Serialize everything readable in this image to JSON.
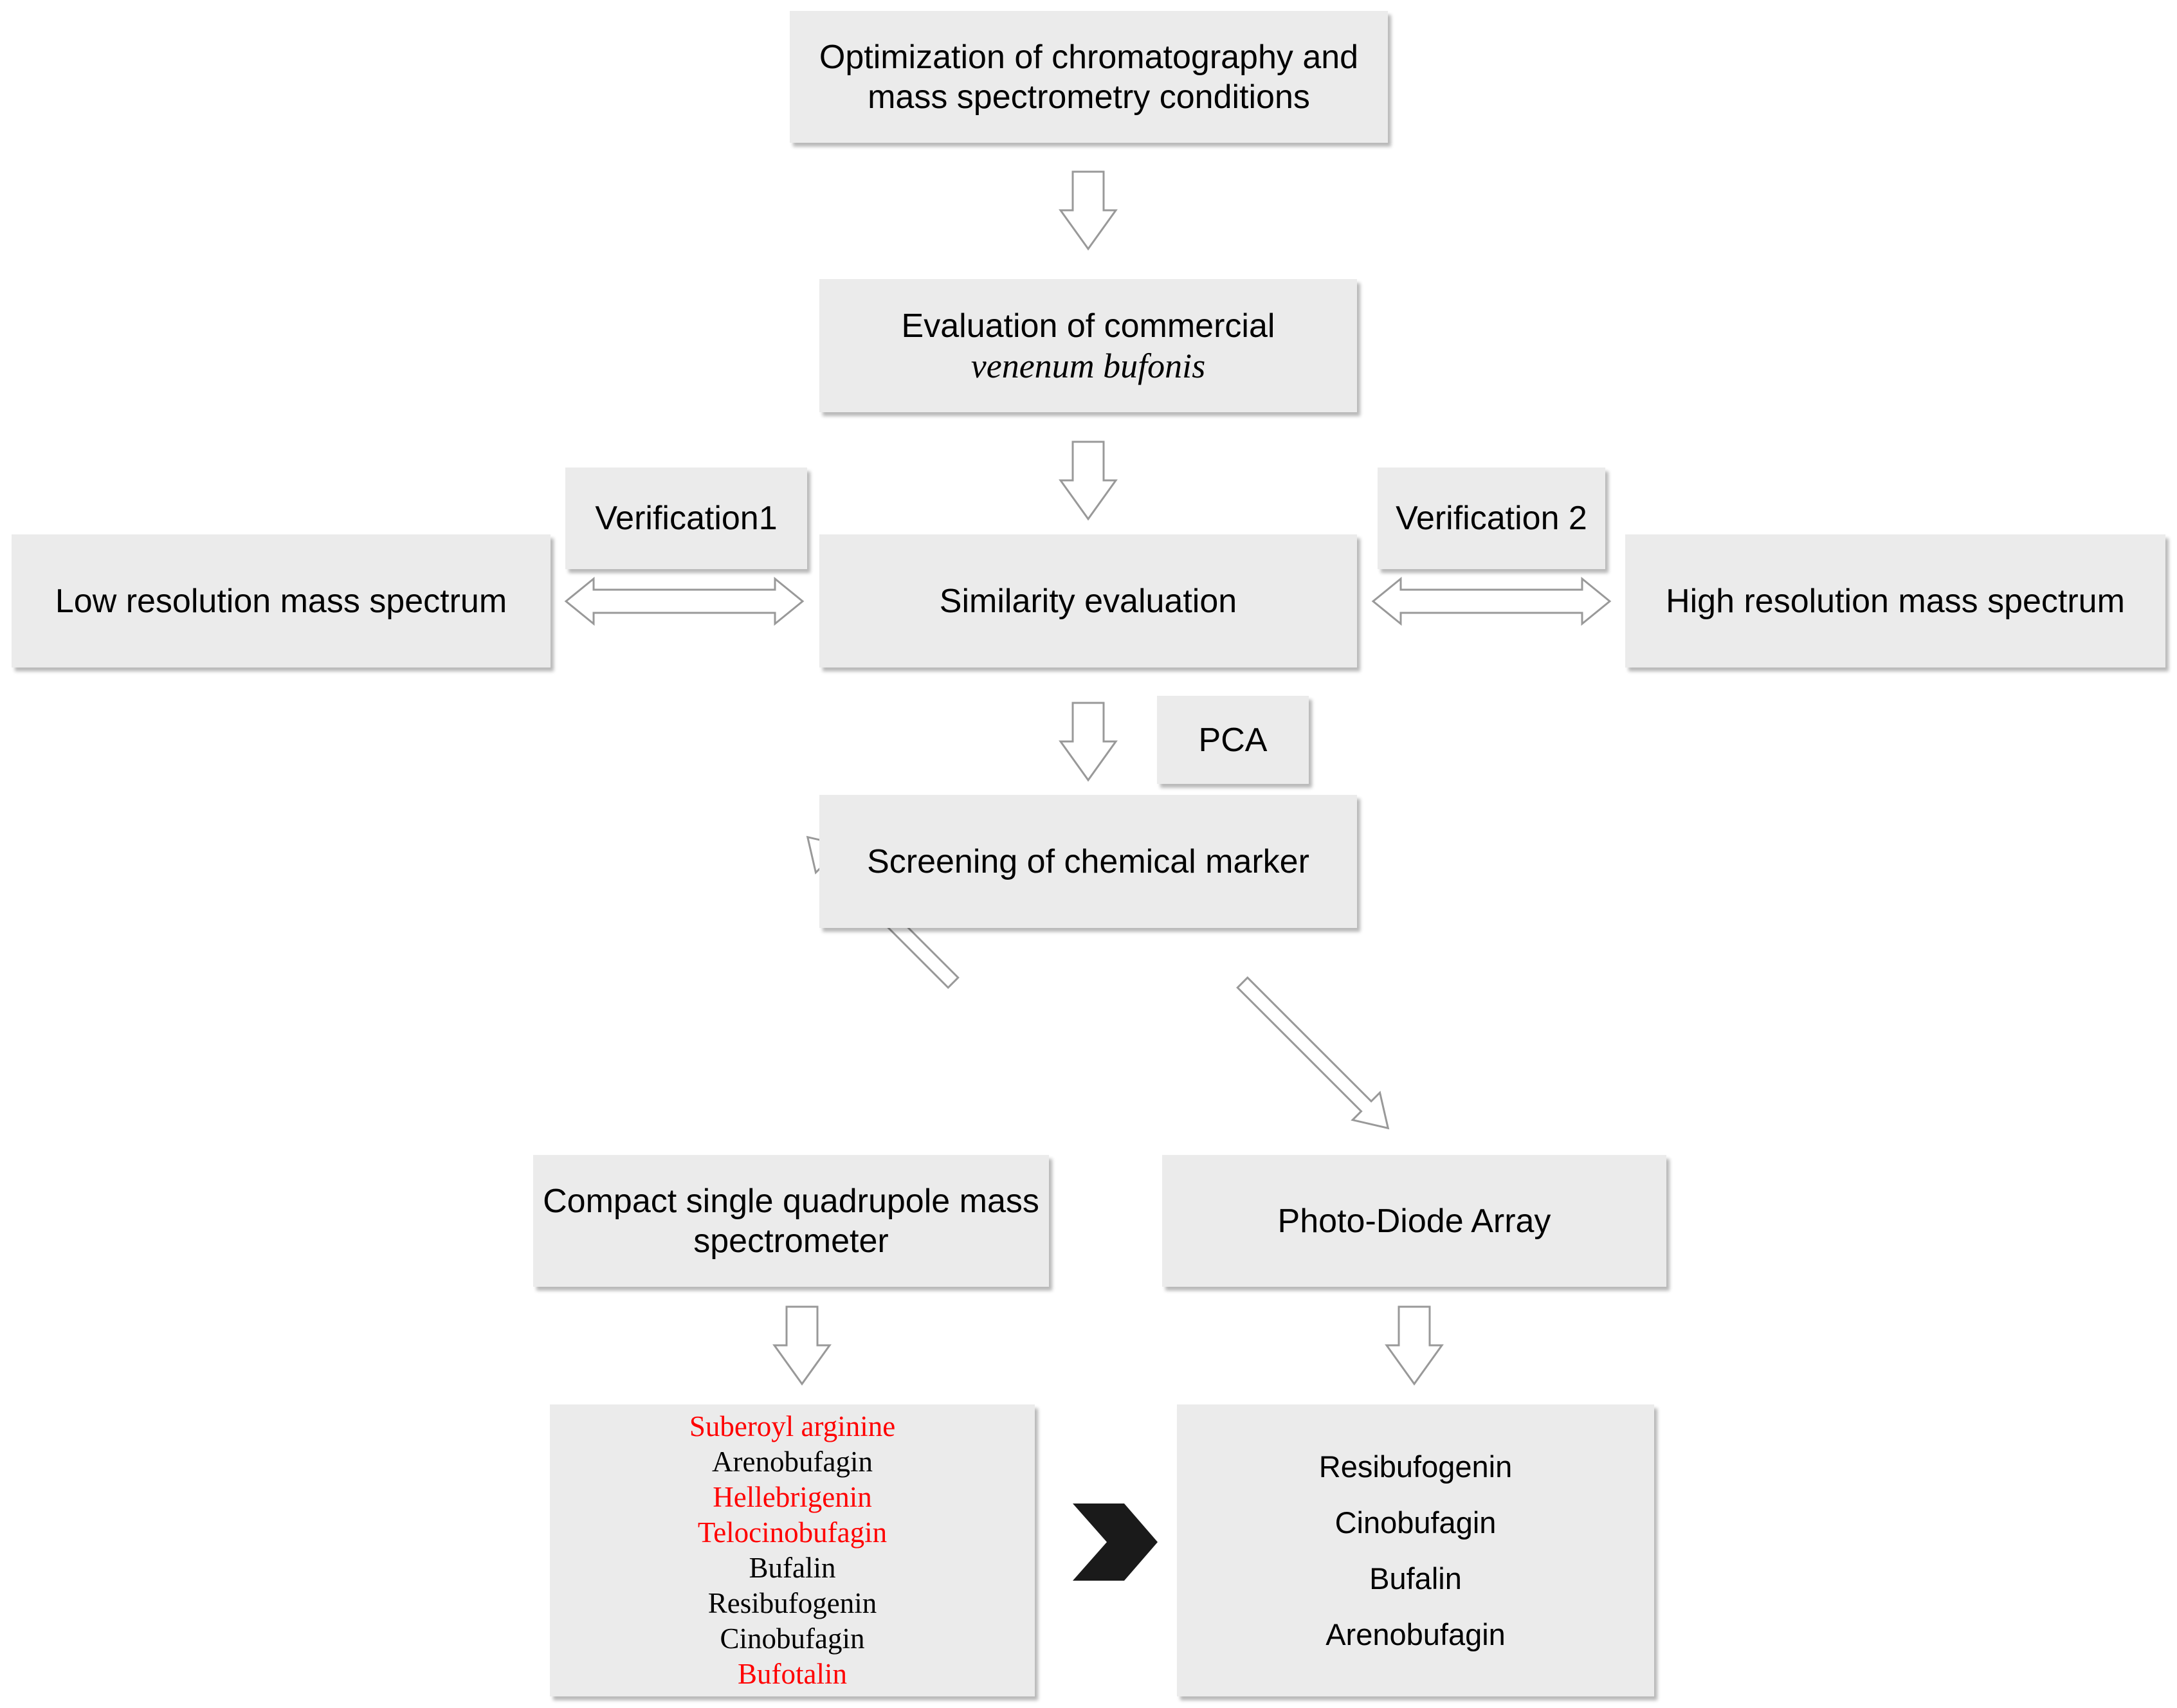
{
  "colors": {
    "box_fill": "#ebebeb",
    "box_shadow": "#b4b4b4",
    "highlight_text": "#ff0000",
    "normal_text": "#000000",
    "arrow_outline": "#999999",
    "chevron": "#1a1a1a"
  },
  "nodes": {
    "optimization": {
      "lines": [
        "Optimization of chromatography and",
        "mass spectrometry conditions"
      ]
    },
    "evaluation": {
      "line1": "Evaluation of commercial",
      "line2_italic": "venenum bufonis"
    },
    "verification1": {
      "label": "Verification1"
    },
    "verification2": {
      "label": "Verification 2"
    },
    "low_res": {
      "label": "Low resolution mass spectrum"
    },
    "similarity": {
      "label": "Similarity evaluation"
    },
    "high_res": {
      "label": "High resolution mass spectrum"
    },
    "pca": {
      "label": "PCA"
    },
    "screening": {
      "label": "Screening of chemical marker"
    },
    "quadrupole": {
      "lines": [
        "Compact single quadrupole mass",
        "spectrometer"
      ]
    },
    "pda": {
      "label": "Photo-Diode Array"
    }
  },
  "quadrupole_markers": [
    {
      "name": "Suberoyl arginine",
      "highlight": true
    },
    {
      "name": "Arenobufagin",
      "highlight": false
    },
    {
      "name": "Hellebrigenin",
      "highlight": true
    },
    {
      "name": "Telocinobufagin",
      "highlight": true
    },
    {
      "name": "Bufalin",
      "highlight": false
    },
    {
      "name": "Resibufogenin",
      "highlight": false
    },
    {
      "name": "Cinobufagin",
      "highlight": false
    },
    {
      "name": "Bufotalin",
      "highlight": true
    }
  ],
  "pda_markers": [
    "Resibufogenin",
    "Cinobufagin",
    "Bufalin",
    "Arenobufagin"
  ],
  "relations": {
    "comparison_symbol": "greater-than-chevron"
  },
  "icons": {
    "flow_arrow": "hollow-down-arrow",
    "diagonal_arrow": "hollow-diagonal-arrow",
    "double_arrow": "hollow-double-headed-arrow",
    "chevron": "chevron-right-icon"
  }
}
